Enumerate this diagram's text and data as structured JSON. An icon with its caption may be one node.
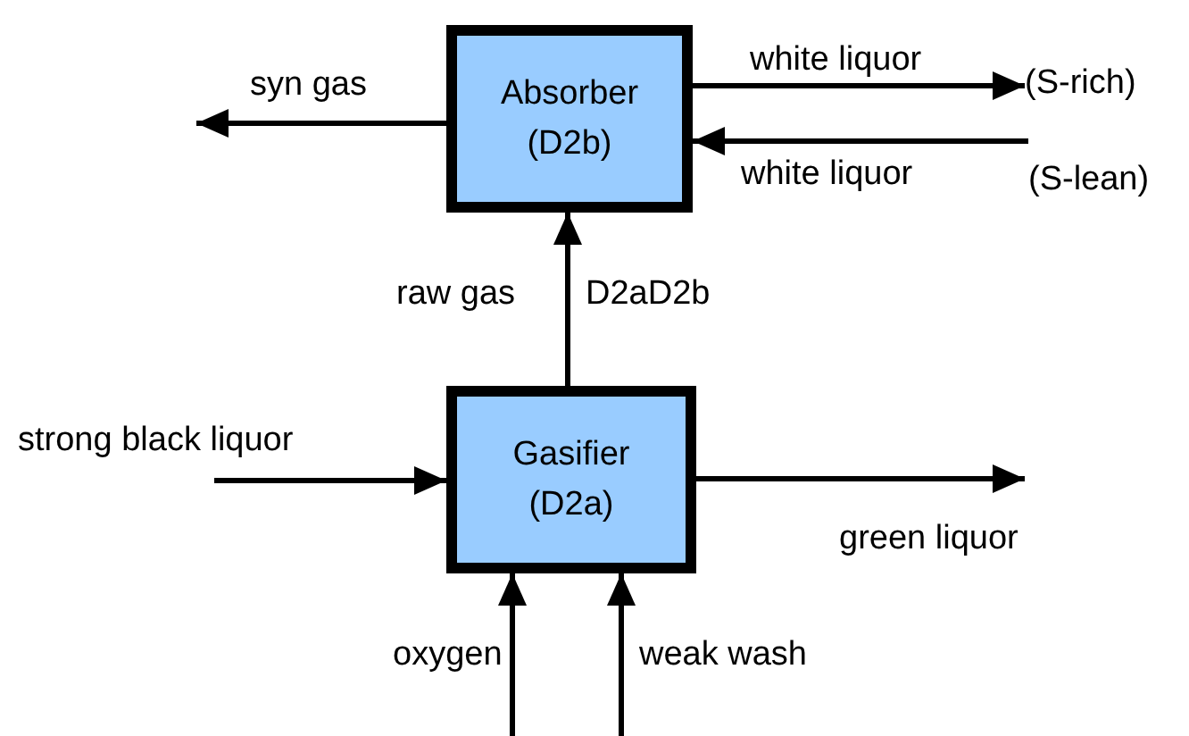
{
  "diagram": {
    "nodes": [
      {
        "text": [
          "Absorber (D2b)"
        ]
      },
      {
        "text": [
          "(S-rich)"
        ]
      },
      {
        "text": [
          "(S-lean)"
        ]
      },
      {
        "text": [
          "Gasifier (D2a)"
        ]
      }
    ],
    "edges": [
      {
        "from": 0,
        "to": null,
        "arrow": "to",
        "label": "syn gas"
      },
      {
        "from": 0,
        "to": 1,
        "arrow": "to",
        "label": "white liquor"
      },
      {
        "from": 2,
        "to": 0,
        "arrow": "to",
        "label": "white liquor"
      },
      {
        "from": 3,
        "to": 0,
        "arrow": "to",
        "label": "raw gas"
      },
      {
        "from": null,
        "to": 3,
        "arrow": "to",
        "label": "strong black liquor"
      },
      {
        "from": 3,
        "to": null,
        "arrow": "to",
        "label": "green liquor"
      },
      {
        "from": null,
        "to": 3,
        "arrow": "to",
        "label": "oxygen"
      },
      {
        "from": null,
        "to": 3,
        "arrow": "to",
        "label": "weak wash"
      }
    ],
    "labels": [
      "D2aD2b"
    ]
  }
}
